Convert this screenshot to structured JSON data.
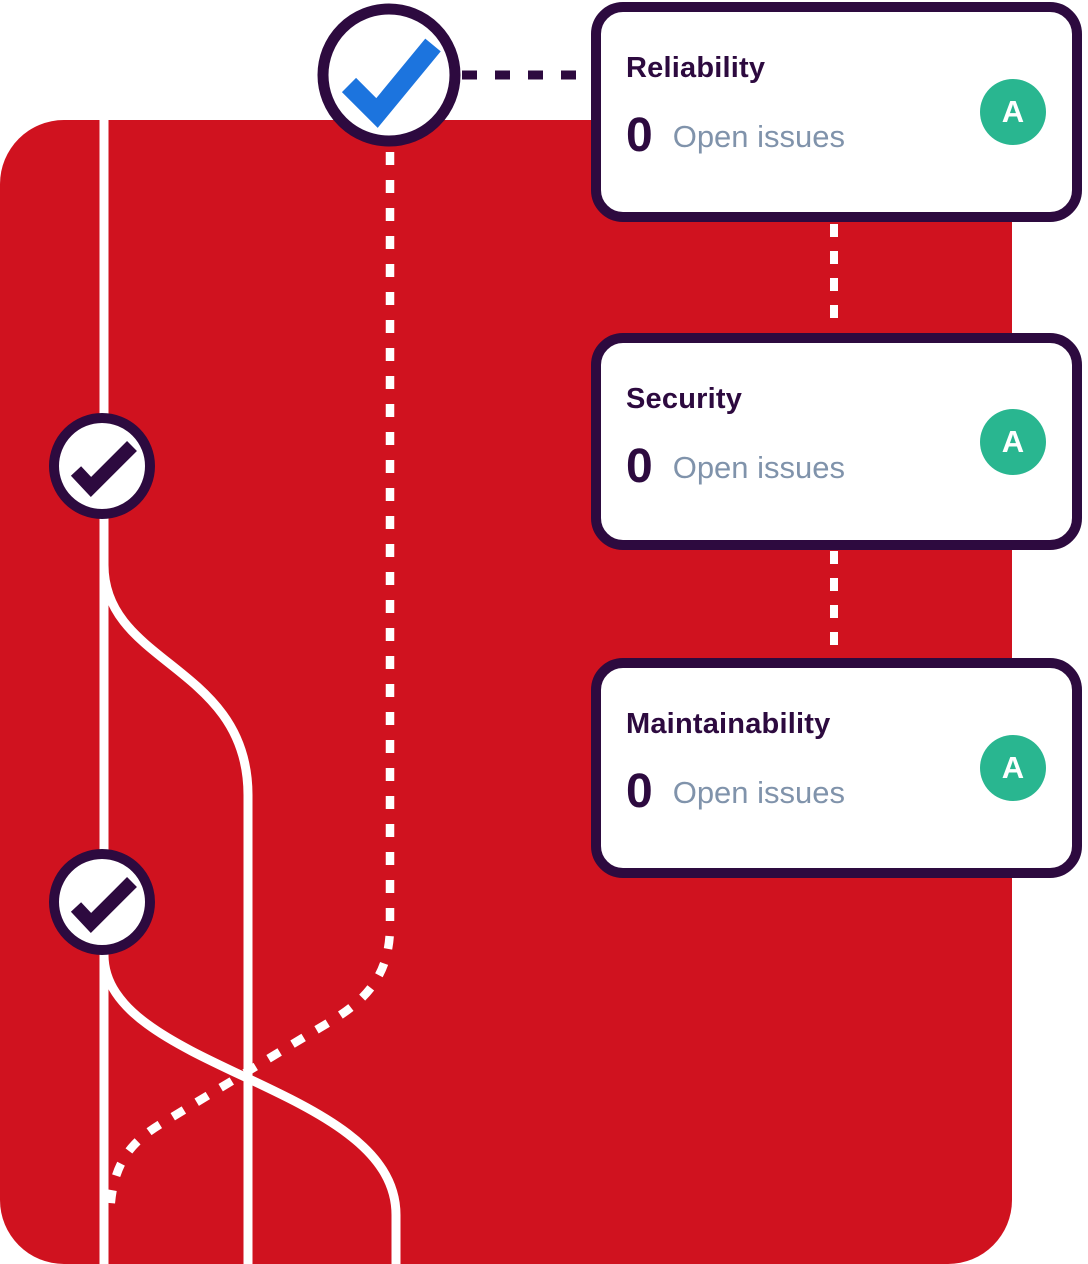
{
  "colors": {
    "red": "#D0121F",
    "dark": "#2D0A3F",
    "blue": "#1C74DE",
    "green": "#29B690",
    "muted": "#8093AB",
    "line": "#FFFFFF",
    "card-bg": "#FFFFFF"
  },
  "cards": [
    {
      "title": "Reliability",
      "count": "0",
      "label": "Open issues",
      "rating": "A"
    },
    {
      "title": "Security",
      "count": "0",
      "label": "Open issues",
      "rating": "A"
    },
    {
      "title": "Maintainability",
      "count": "0",
      "label": "Open issues",
      "rating": "A"
    }
  ]
}
